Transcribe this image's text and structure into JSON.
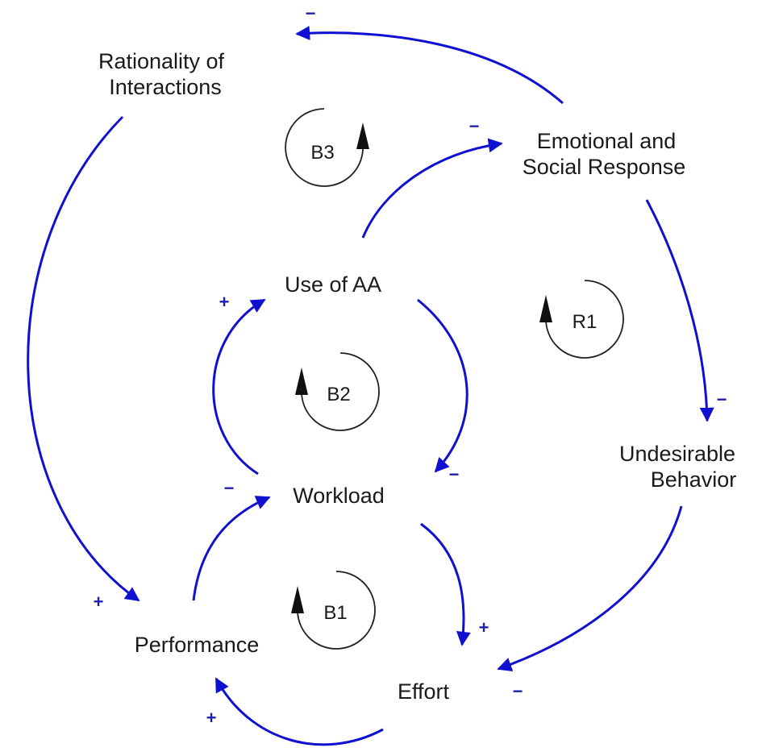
{
  "diagram": {
    "nodes": {
      "rationality": [
        "Rationality of",
        "Interactions"
      ],
      "emotional": [
        "Emotional and",
        "Social Response"
      ],
      "use_of_aa": "Use of AA",
      "undesirable": [
        "Undesirable",
        "Behavior"
      ],
      "workload": "Workload",
      "performance": "Performance",
      "effort": "Effort"
    },
    "loops": {
      "b1": "B1",
      "b2": "B2",
      "b3": "B3",
      "r1": "R1"
    },
    "polarities": {
      "emotional_to_rationality": "−",
      "useaa_to_emotional": "−",
      "performance_to_useaa": "+",
      "emotional_to_undesirable": "−",
      "useaa_to_workload": "−",
      "performance_to_workload": "−",
      "rationality_to_performance": "+",
      "workload_to_effort": "+",
      "undesirable_to_effort": "−",
      "effort_to_performance": "+"
    },
    "colors": {
      "edge": "#1010d0",
      "polarity": "#1f1fb0",
      "loop": "#222222",
      "text": "#1a1a1a"
    }
  }
}
